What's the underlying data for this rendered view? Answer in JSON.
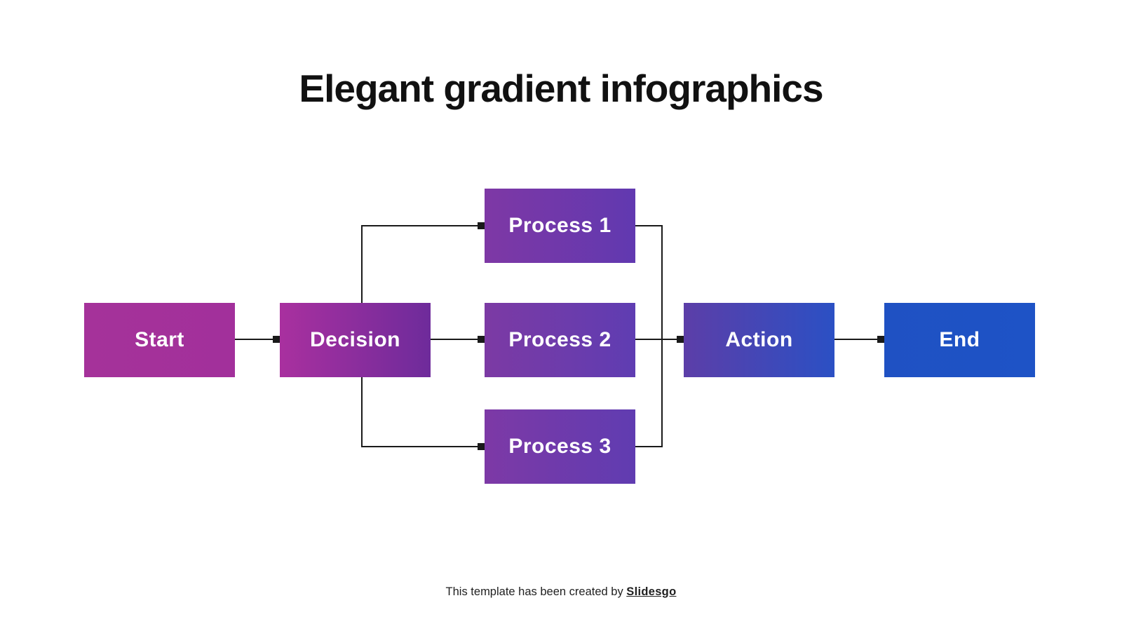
{
  "slide": {
    "title": "Elegant gradient infographics",
    "background_color": "#ffffff",
    "title_color": "#111111"
  },
  "diagram": {
    "type": "flowchart",
    "line_color": "#1a1a1a",
    "node_text_color": "#ffffff",
    "nodes": [
      {
        "id": "start",
        "label": "Start",
        "color_left": "#A5329A",
        "color_right": "#A2309B"
      },
      {
        "id": "decision",
        "label": "Decision",
        "color_left": "#A9309F",
        "color_right": "#6E2B9B"
      },
      {
        "id": "process1",
        "label": "Process 1",
        "color_left": "#7E38A5",
        "color_right": "#6139B0"
      },
      {
        "id": "process2",
        "label": "Process 2",
        "color_left": "#7C3AA4",
        "color_right": "#5F3DB2"
      },
      {
        "id": "process3",
        "label": "Process 3",
        "color_left": "#7D39A6",
        "color_right": "#603CB1"
      },
      {
        "id": "action",
        "label": "Action",
        "color_left": "#5C3EA8",
        "color_right": "#2B50C4"
      },
      {
        "id": "end",
        "label": "End",
        "color_left": "#1F51C3",
        "color_right": "#1E53C6"
      }
    ],
    "edges": [
      {
        "from": "start",
        "to": "decision"
      },
      {
        "from": "decision",
        "to": "process1"
      },
      {
        "from": "decision",
        "to": "process2"
      },
      {
        "from": "decision",
        "to": "process3"
      },
      {
        "from": "process1",
        "to": "action"
      },
      {
        "from": "process2",
        "to": "action"
      },
      {
        "from": "process3",
        "to": "action"
      },
      {
        "from": "action",
        "to": "end"
      }
    ]
  },
  "footer": {
    "credit_text": "This template has been created by ",
    "credit_link": "Slidesgo"
  }
}
